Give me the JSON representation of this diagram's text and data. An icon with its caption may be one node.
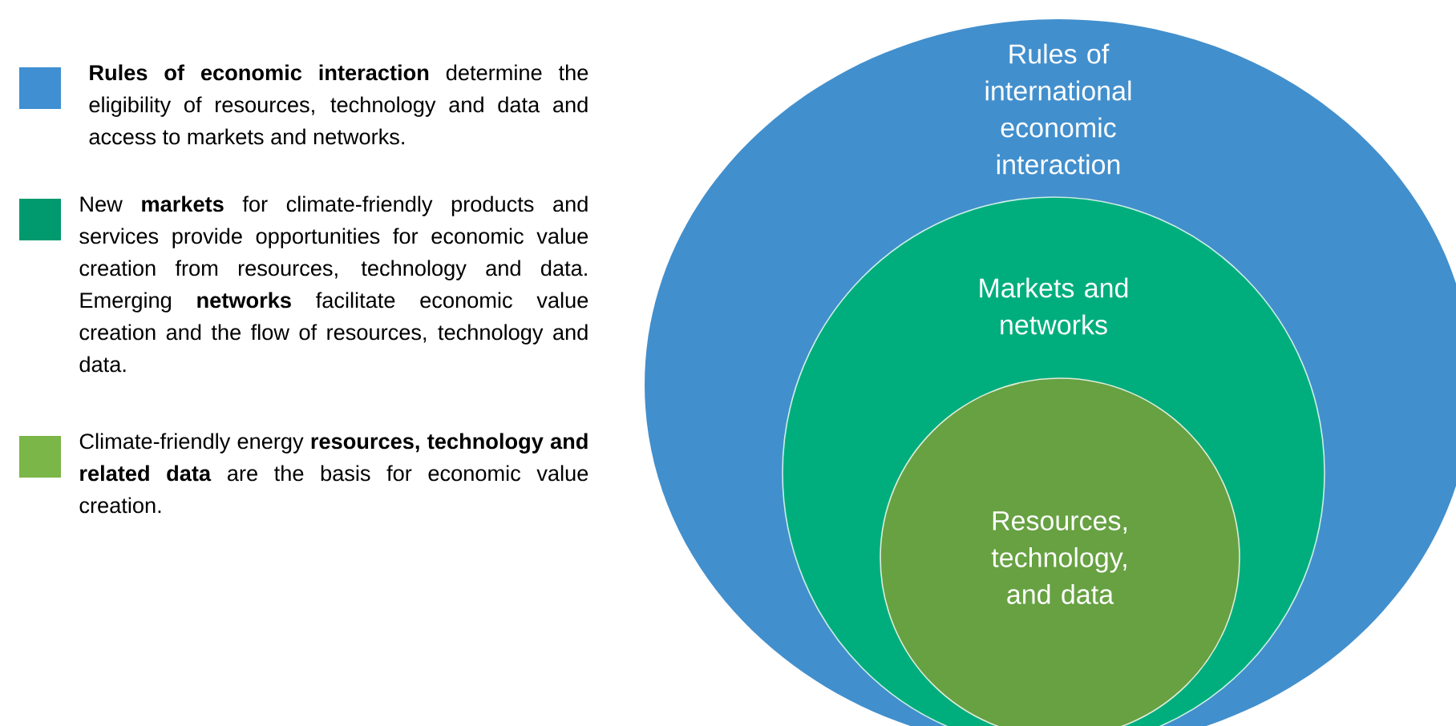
{
  "diagram": {
    "nodes": [
      {
        "text": [
          "Rules of international economic interaction"
        ]
      },
      {
        "text": [
          "Markets and networks"
        ],
        "in": 0
      },
      {
        "text": [
          "Resources, technology, and data"
        ],
        "in": 1
      }
    ],
    "legend": [
      {
        "text": "**Rules of economic interaction** determine the eligibility of resources, technology and data and access to markets and networks.",
        "color": "#3f8fd2"
      },
      {
        "text": "New **markets** for climate-friendly products and services provide opportunities for economic value creation from resources, technology and data. Emerging **networks** facilitate economic value creation and the flow of resources, technology and data.",
        "color": "#009a6e"
      },
      {
        "text": "Climate-friendly energy **resources, technology and related data** are the basis for economic value creation.",
        "color": "#7ab648"
      }
    ]
  }
}
